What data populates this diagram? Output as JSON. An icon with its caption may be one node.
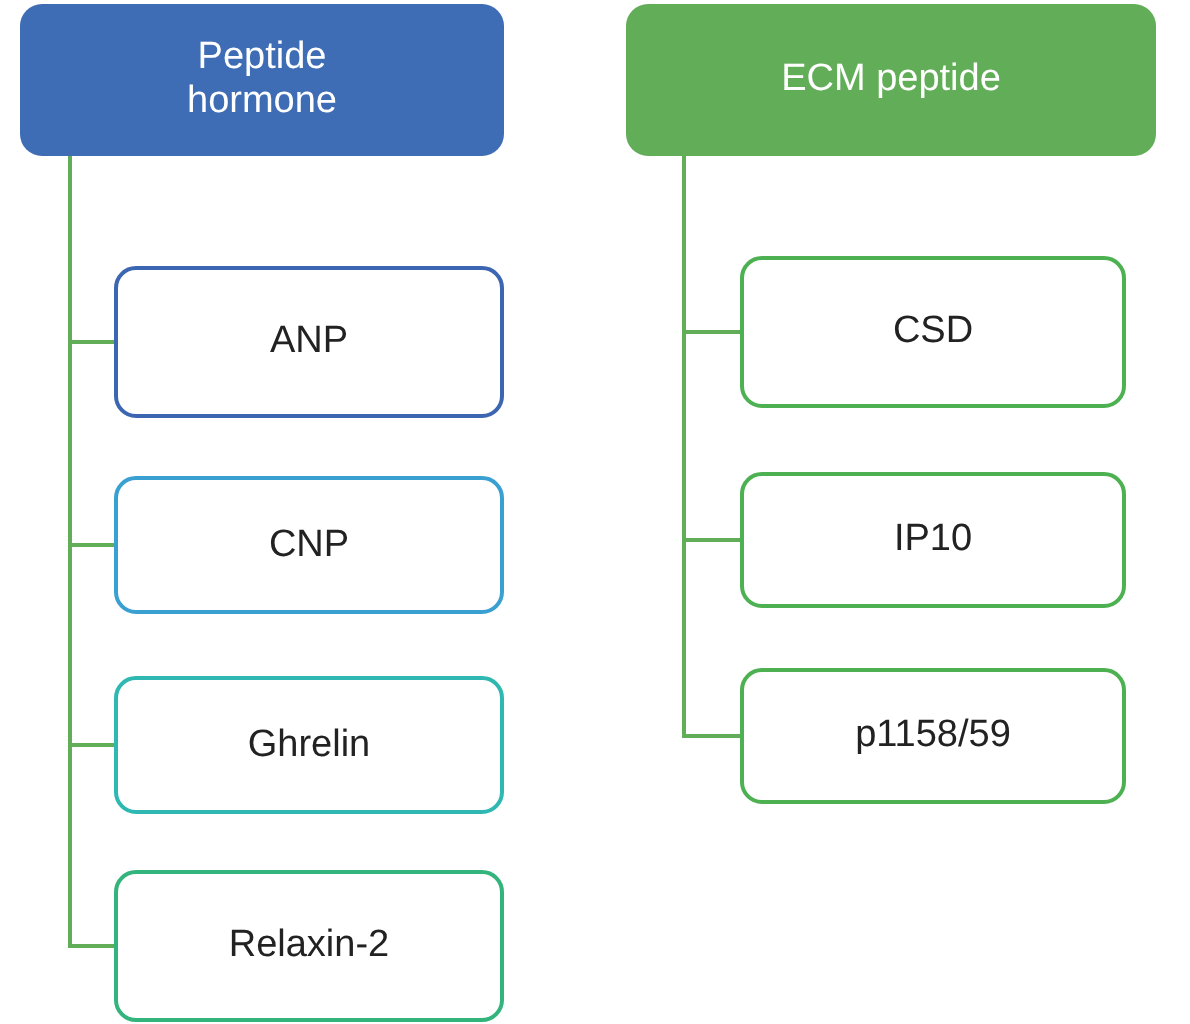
{
  "diagram": {
    "nodes": [
      {
        "text": [
          "Peptide hormone"
        ]
      },
      {
        "text": [
          "ANP"
        ]
      },
      {
        "text": [
          "CNP"
        ]
      },
      {
        "text": [
          "Ghrelin"
        ]
      },
      {
        "text": [
          "Relaxin-2"
        ]
      },
      {
        "text": [
          "ECM peptide"
        ]
      },
      {
        "text": [
          "CSD"
        ]
      },
      {
        "text": [
          "IP10"
        ]
      },
      {
        "text": [
          "p1158/59"
        ]
      }
    ],
    "edges": [
      {
        "from": 0,
        "to": 1,
        "arrow": "none"
      },
      {
        "from": 0,
        "to": 2,
        "arrow": "none"
      },
      {
        "from": 0,
        "to": 3,
        "arrow": "none"
      },
      {
        "from": 0,
        "to": 4,
        "arrow": "none"
      },
      {
        "from": 5,
        "to": 6,
        "arrow": "none"
      },
      {
        "from": 5,
        "to": 7,
        "arrow": "none"
      },
      {
        "from": 5,
        "to": 8,
        "arrow": "none"
      }
    ]
  }
}
